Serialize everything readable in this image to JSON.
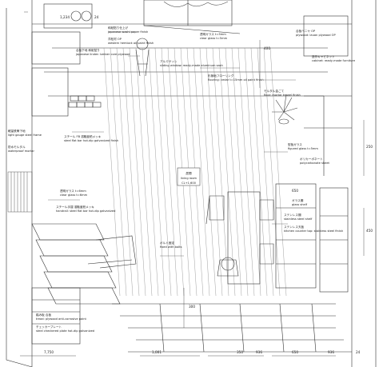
{
  "drawing": {
    "room_label_ja": "居間",
    "room_label_en": "living room",
    "ceiling_height": "CL+1,600",
    "dimensions": [
      "1,234",
      "24",
      "400",
      "250",
      "450",
      "300",
      "650",
      "7,750",
      "1,001",
      "350",
      "936",
      "650",
      "936",
      "24"
    ],
    "annotations": [
      {
        "ja": "和紙貼り仕上げ",
        "en": "japanese washi paper finish"
      },
      {
        "ja": "洋松材 OP",
        "en": "western hemlock oil paint finish"
      },
      {
        "ja": "合板下地 和紙貼り",
        "en": "japanese linden lumber core plywood"
      },
      {
        "ja": "アルミサッシ",
        "en": "sliding window: ready-made aluminum sash"
      },
      {
        "ja": "透明ガラス t=5mm",
        "en": "clear glass t=5mm"
      },
      {
        "ja": "杉無垢フローリング",
        "en": "flooring: cedar t=15mm oil paint finish"
      },
      {
        "ja": "スチール FB 溶融亜鉛メッキ",
        "en": "steel flat bar hot-dip galvanized finish"
      },
      {
        "ja": "透明ガラス t=6mm",
        "en": "clear glass t=6mm"
      },
      {
        "ja": "スチール手摺 溶融亜鉛メッキ",
        "en": "handrail: steel flat bar hot-dip galvanized"
      },
      {
        "ja": "合板ベニヤ OP",
        "en": "plywood: lauan plywood OP"
      },
      {
        "ja": "モルタル金ごて",
        "en": "floor: mortar trowel finish"
      },
      {
        "ja": "ステンレス天板",
        "en": "kitchen counter top: stainless steel finish"
      },
      {
        "ja": "型板ガラス",
        "en": "figured glass t=5mm"
      },
      {
        "ja": "ポリカーボネート",
        "en": "polycarbonate sheet"
      },
      {
        "ja": "造作キャビネット",
        "en": "cabinet: ready-made furniture"
      },
      {
        "ja": "ガラス棚",
        "en": "glass shelf"
      },
      {
        "ja": "ステンレス棚",
        "en": "stainless steel shelf"
      },
      {
        "ja": "軽量鉄骨下地",
        "en": "light gauge steel frame"
      },
      {
        "ja": "防水モルタル",
        "en": "waterproof mortar"
      },
      {
        "ja": "踏み板 合板",
        "en": "tread: plywood anti-corrosive paint"
      },
      {
        "ja": "チェッカープレート",
        "en": "steel checkered plate hot-dip galvanized"
      },
      {
        "ja": "ボルト固定",
        "en": "fixed with bolts"
      }
    ]
  }
}
